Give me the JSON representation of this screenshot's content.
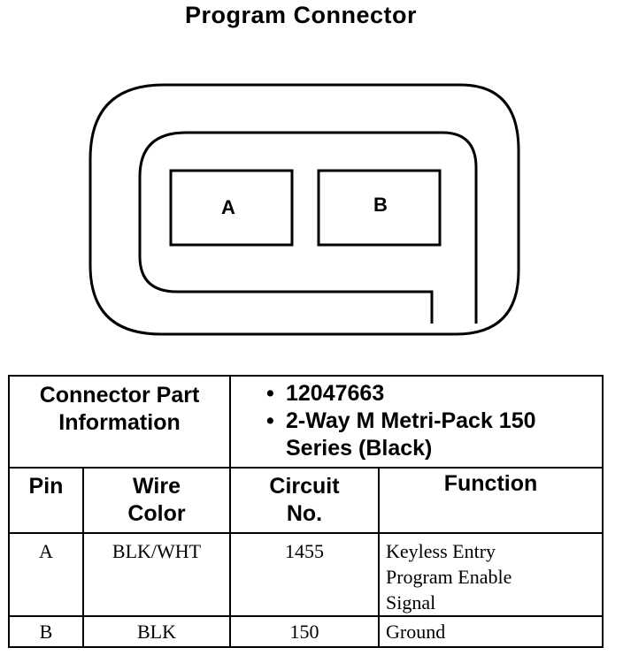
{
  "title": "Program Connector",
  "connector": {
    "cavity_a": "A",
    "cavity_b": "B"
  },
  "table": {
    "part_info_label_line1": "Connector Part",
    "part_info_label_line2": "Information",
    "part_info_items": [
      "12047663",
      "2-Way M Metri-Pack 150 Series (Black)"
    ],
    "headers": {
      "pin": "Pin",
      "wire_color_line1": "Wire",
      "wire_color_line2": "Color",
      "circuit_line1": "Circuit",
      "circuit_line2": "No.",
      "function": "Function"
    },
    "rows": [
      {
        "pin": "A",
        "wire_color": "BLK/WHT",
        "circuit": "1455",
        "function": "Keyless Entry Program Enable Signal"
      },
      {
        "pin": "B",
        "wire_color": "BLK",
        "circuit": "150",
        "function": "Ground"
      }
    ]
  }
}
